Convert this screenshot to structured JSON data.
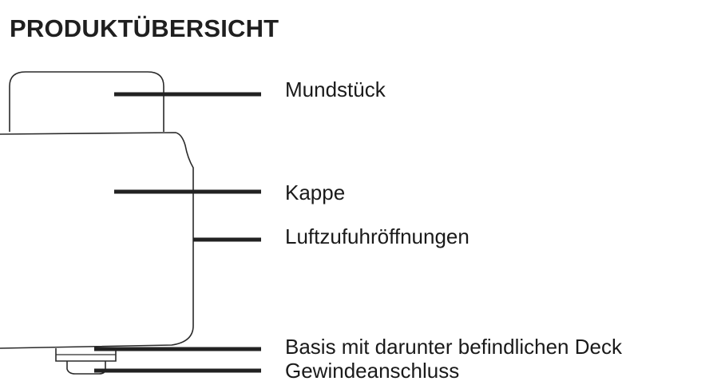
{
  "title": "PRODUKTÜBERSICHT",
  "labels": [
    "Mundstück",
    "Kappe",
    "Luftzufuhröffnungen",
    "Basis mit darunter befindlichen Deck",
    "Gewindeanschluss"
  ]
}
